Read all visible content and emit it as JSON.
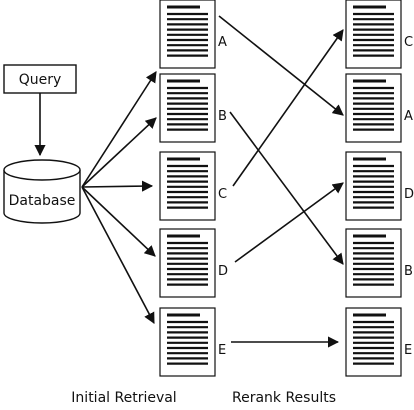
{
  "query": {
    "label": "Query"
  },
  "database": {
    "label": "Database"
  },
  "initial": {
    "caption": "Initial Retrieval",
    "docs": [
      {
        "label": "A"
      },
      {
        "label": "B"
      },
      {
        "label": "C"
      },
      {
        "label": "D"
      },
      {
        "label": "E"
      }
    ]
  },
  "rerank": {
    "caption": "Rerank Results",
    "docs": [
      {
        "label": "C"
      },
      {
        "label": "A"
      },
      {
        "label": "D"
      },
      {
        "label": "B"
      },
      {
        "label": "E"
      }
    ]
  }
}
